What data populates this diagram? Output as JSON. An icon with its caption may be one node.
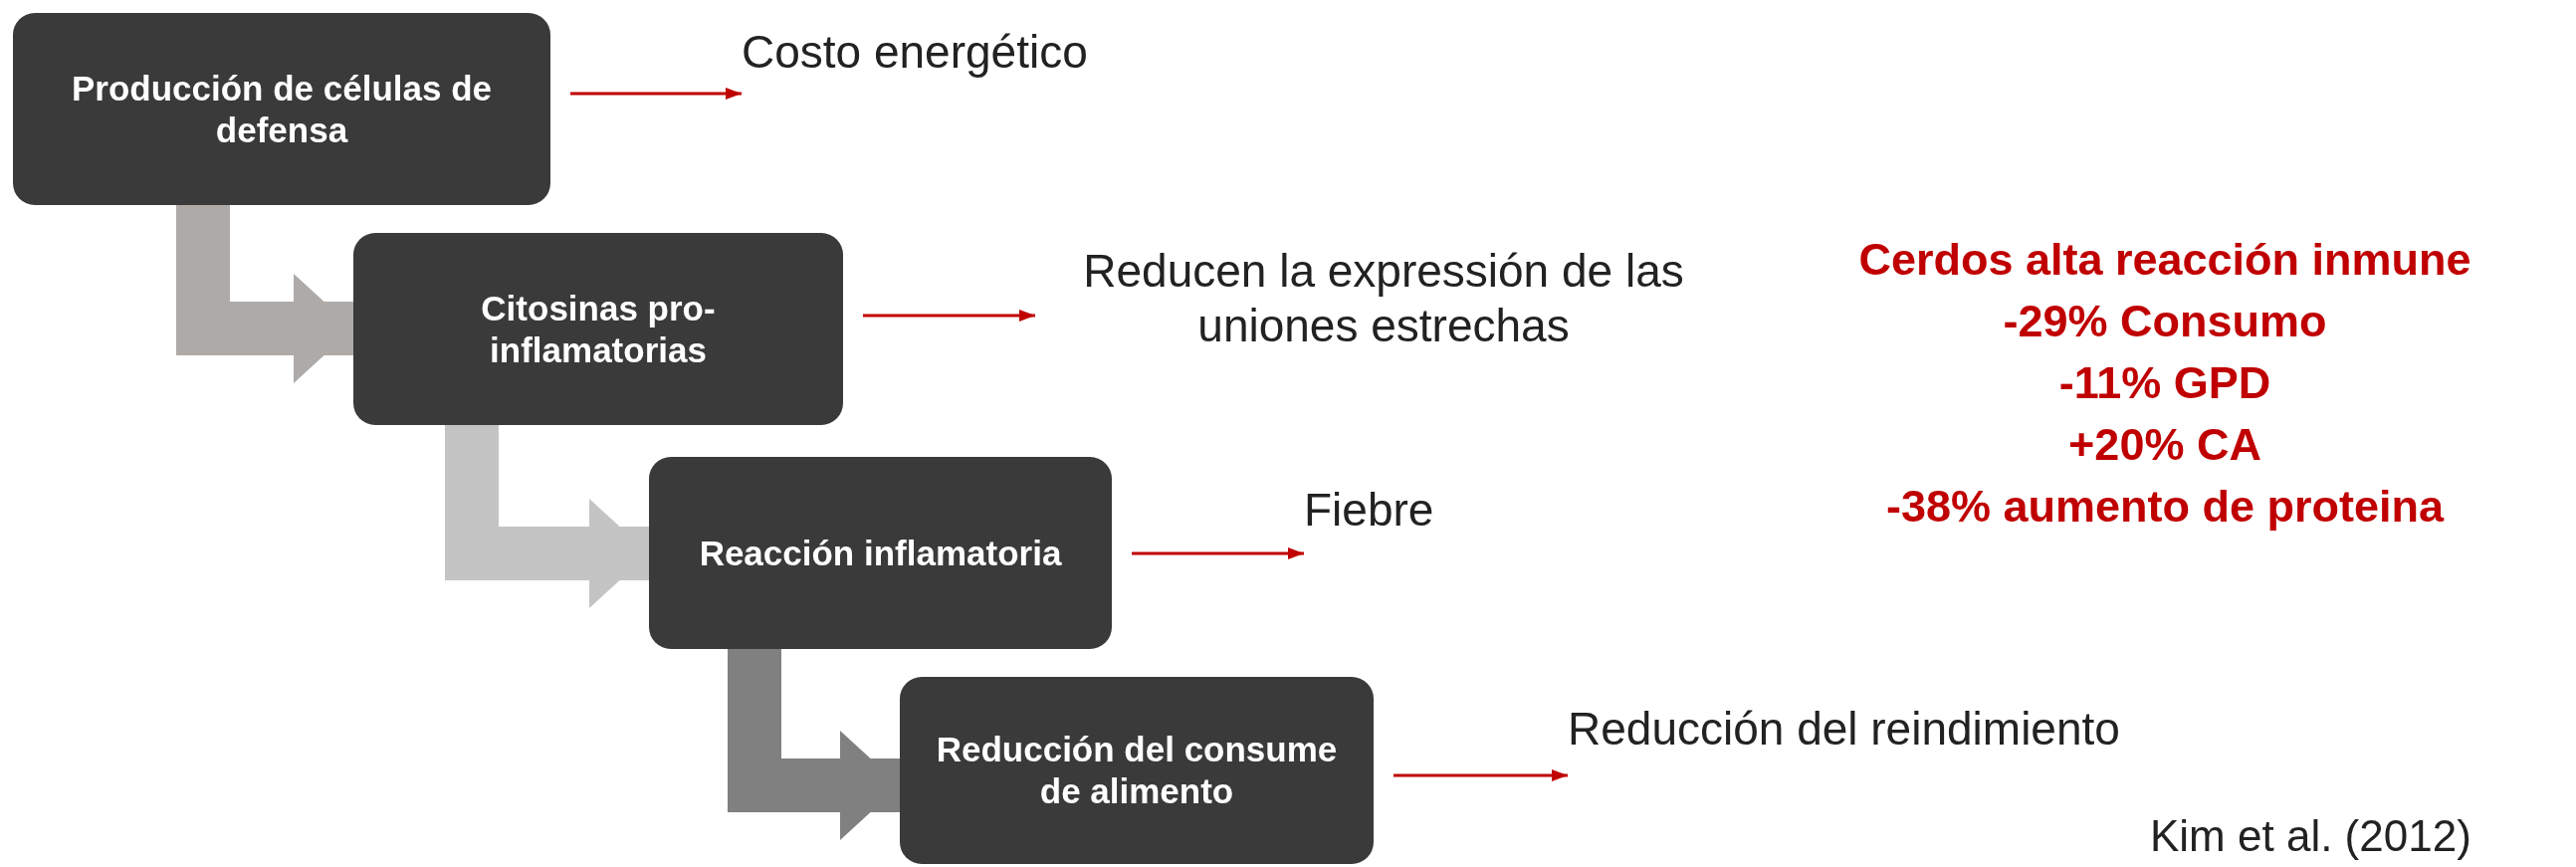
{
  "diagram": {
    "nodes": [
      {
        "text": [
          "Producción de células de defensa"
        ]
      },
      {
        "text": [
          "Costo energético"
        ]
      },
      {
        "text": [
          "Citosinas pro-inflamatorias"
        ]
      },
      {
        "text": [
          "Reducen la expressión de las uniones estrechas"
        ]
      },
      {
        "text": [
          "Reacción inflamatoria"
        ]
      },
      {
        "text": [
          "Fiebre"
        ]
      },
      {
        "text": [
          "Reducción del consume de alimento"
        ]
      },
      {
        "text": [
          "Reducción del reindimiento"
        ]
      }
    ],
    "edges": [
      {
        "from": 0,
        "to": 1,
        "arrow": "to",
        "color": "#c00000"
      },
      {
        "from": 0,
        "to": 2,
        "arrow": "to",
        "style": "thick",
        "color": "#aeaaa8"
      },
      {
        "from": 2,
        "to": 3,
        "arrow": "to",
        "color": "#c00000"
      },
      {
        "from": 2,
        "to": 4,
        "arrow": "to",
        "style": "thick",
        "color": "#c4c4c4"
      },
      {
        "from": 4,
        "to": 5,
        "arrow": "to",
        "color": "#c00000"
      },
      {
        "from": 4,
        "to": 6,
        "arrow": "to",
        "style": "thick",
        "color": "#808080"
      },
      {
        "from": 6,
        "to": 7,
        "arrow": "to",
        "color": "#c00000"
      }
    ],
    "labels": [
      "Cerdos alta reacción inmune",
      "-29% Consumo",
      "-11% GPD",
      "+20% CA",
      "-38% aumento de proteina",
      "Kim et al. (2012)"
    ]
  }
}
